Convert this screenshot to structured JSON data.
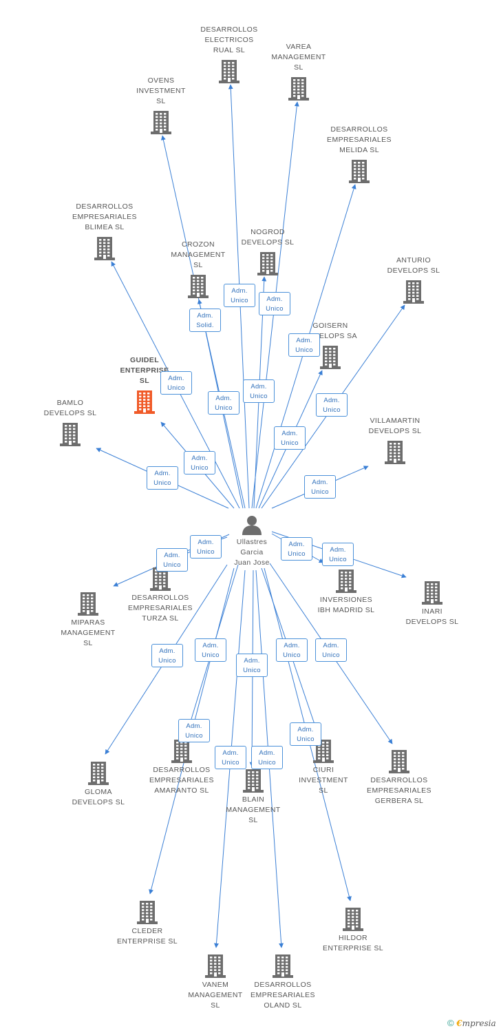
{
  "center": {
    "name": "Ullastres\nGarcia\nJuan Jose"
  },
  "colors": {
    "line": "#3a7fd5",
    "badge_border": "#4a90d9",
    "badge_text": "#2f6fba",
    "building": "#6d6d6d",
    "highlight": "#f05a28"
  },
  "companies": [
    {
      "id": "desarrollos-electricos-rual",
      "label": "DESARROLLOS\nELECTRICOS\nRUAL  SL"
    },
    {
      "id": "varea-management",
      "label": "VAREA\nMANAGEMENT\nSL"
    },
    {
      "id": "ovens-investment",
      "label": "OVENS\nINVESTMENT\nSL"
    },
    {
      "id": "desarrollos-empresariales-melida",
      "label": "DESARROLLOS\nEMPRESARIALES\nMELIDA  SL"
    },
    {
      "id": "desarrollos-empresariales-blimea",
      "label": "DESARROLLOS\nEMPRESARIALES\nBLIMEA SL"
    },
    {
      "id": "nogrod-develops",
      "label": "NOGROD\nDEVELOPS SL"
    },
    {
      "id": "crozon-management",
      "label": "CROZON\nMANAGEMENT\nSL"
    },
    {
      "id": "anturio-develops",
      "label": "ANTURIO\nDEVELOPS SL"
    },
    {
      "id": "goisern-develops",
      "label": "GOISERN\nDEVELOPS SA"
    },
    {
      "id": "guidel-enterprise",
      "label": "GUIDEL\nENTERPRISE\nSL",
      "highlight": true
    },
    {
      "id": "bamlo-develops",
      "label": "BAMLO\nDEVELOPS  SL"
    },
    {
      "id": "villamartin-develops",
      "label": "VILLAMARTIN\nDEVELOPS SL"
    },
    {
      "id": "desarrollos-empresariales-turza",
      "label": "DESARROLLOS\nEMPRESARIALES\nTURZA  SL"
    },
    {
      "id": "miparas-management",
      "label": "MIPARAS\nMANAGEMENT\nSL"
    },
    {
      "id": "inversiones-ibh-madrid",
      "label": "INVERSIONES\nIBH MADRID  SL"
    },
    {
      "id": "inari-develops",
      "label": "INARI\nDEVELOPS  SL"
    },
    {
      "id": "gloma-develops",
      "label": "GLOMA\nDEVELOPS  SL"
    },
    {
      "id": "desarrollos-empresariales-amaranto",
      "label": "DESARROLLOS\nEMPRESARIALES\nAMARANTO SL"
    },
    {
      "id": "blain-management",
      "label": "BLAIN\nMANAGEMENT\nSL"
    },
    {
      "id": "ciuri-investment",
      "label": "CIURI\nINVESTMENT\nSL"
    },
    {
      "id": "desarrollos-empresariales-gerbera",
      "label": "DESARROLLOS\nEMPRESARIALES\nGERBERA SL"
    },
    {
      "id": "cleder-enterprise",
      "label": "CLEDER\nENTERPRISE  SL"
    },
    {
      "id": "hildor-enterprise",
      "label": "HILDOR\nENTERPRISE SL"
    },
    {
      "id": "vanem-management",
      "label": "VANEM\nMANAGEMENT\nSL"
    },
    {
      "id": "desarrollos-empresariales-oland",
      "label": "DESARROLLOS\nEMPRESARIALES\nOLAND  SL"
    }
  ],
  "relations": [
    {
      "target": "desarrollos-electricos-rual",
      "role": "Adm.\nUnico"
    },
    {
      "target": "varea-management",
      "role": "Adm.\nUnico"
    },
    {
      "target": "ovens-investment",
      "role": "Adm.\nUnico"
    },
    {
      "target": "desarrollos-empresariales-melida",
      "role": "Adm.\nUnico"
    },
    {
      "target": "desarrollos-empresariales-blimea",
      "role": "Adm.\nUnico"
    },
    {
      "target": "nogrod-develops",
      "role": "Adm.\nUnico"
    },
    {
      "target": "crozon-management",
      "role": "Adm.\nSolid."
    },
    {
      "target": "anturio-develops",
      "role": "Adm.\nUnico"
    },
    {
      "target": "goisern-develops",
      "role": "Adm.\nUnico"
    },
    {
      "target": "guidel-enterprise",
      "role": "Adm.\nUnico"
    },
    {
      "target": "bamlo-develops",
      "role": "Adm.\nUnico"
    },
    {
      "target": "villamartin-develops",
      "role": "Adm.\nUnico"
    },
    {
      "target": "desarrollos-empresariales-turza",
      "role": "Adm.\nUnico"
    },
    {
      "target": "miparas-management",
      "role": "Adm.\nUnico"
    },
    {
      "target": "inversiones-ibh-madrid",
      "role": "Adm.\nUnico"
    },
    {
      "target": "inari-develops",
      "role": "Adm.\nUnico"
    },
    {
      "target": "gloma-develops",
      "role": "Adm.\nUnico"
    },
    {
      "target": "desarrollos-empresariales-amaranto",
      "role": "Adm.\nUnico"
    },
    {
      "target": "blain-management",
      "role": "Adm.\nUnico"
    },
    {
      "target": "ciuri-investment",
      "role": "Adm.\nUnico"
    },
    {
      "target": "desarrollos-empresariales-gerbera",
      "role": "Adm.\nUnico"
    },
    {
      "target": "cleder-enterprise",
      "role": "Adm.\nUnico"
    },
    {
      "target": "hildor-enterprise",
      "role": "Adm.\nUnico"
    },
    {
      "target": "vanem-management",
      "role": "Adm.\nUnico"
    },
    {
      "target": "desarrollos-empresariales-oland",
      "role": "Adm.\nUnico"
    }
  ],
  "footer": {
    "copyright": "©",
    "brand_e": "€",
    "brand_rest": "mpresia"
  }
}
